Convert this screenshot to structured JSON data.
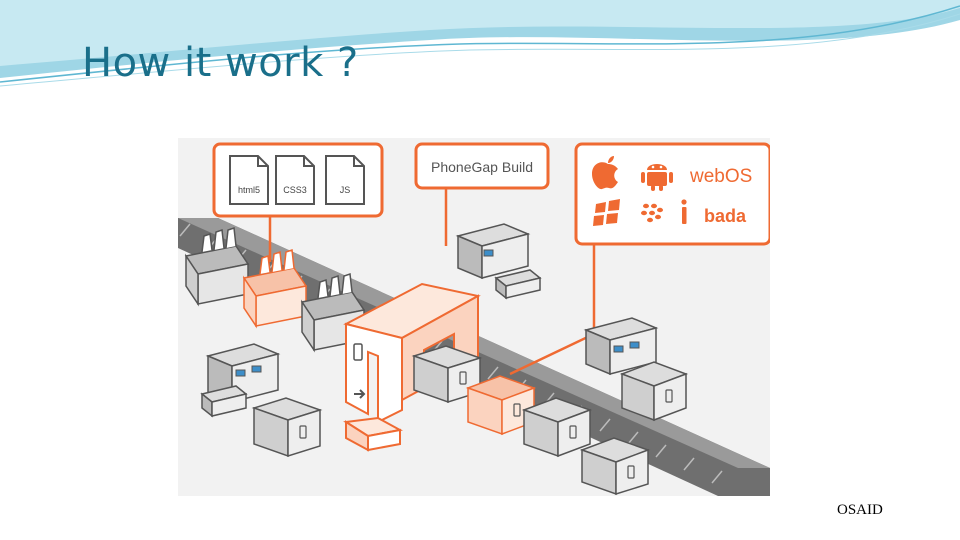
{
  "slide": {
    "title": "How it work ?",
    "footer": "OSAID"
  },
  "colors": {
    "accent": "#ef6a32",
    "title": "#1a6f8a",
    "robot_blue": "#3d8ec9"
  },
  "diagram": {
    "source_files": [
      "html5",
      "CSS3",
      "JS"
    ],
    "build_service": "PhoneGap Build",
    "platform_icons": [
      "apple-icon",
      "android-icon",
      "windows-icon",
      "blackberry-icon",
      "info-icon"
    ],
    "platform_labels": {
      "webos": "webOS",
      "bada": "bada"
    }
  }
}
